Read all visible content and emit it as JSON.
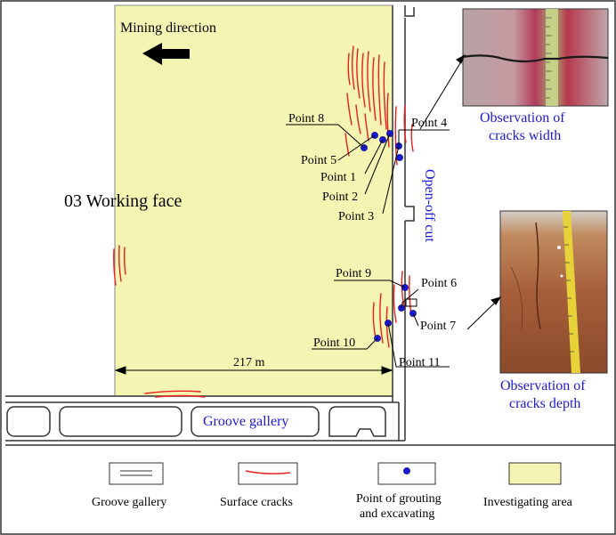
{
  "labels": {
    "mining_direction": "Mining direction",
    "working_face": "03 Working face",
    "open_off_cut": "Open-off cut",
    "distance": "217 m",
    "groove_gallery": "Groove gallery",
    "obs_width_line1": "Observation of",
    "obs_width_line2": "cracks width",
    "obs_depth_line1": "Observation of",
    "obs_depth_line2": "cracks depth"
  },
  "points": [
    {
      "id": "point-8",
      "label": "Point 8"
    },
    {
      "id": "point-5",
      "label": "Point 5"
    },
    {
      "id": "point-1",
      "label": "Point 1"
    },
    {
      "id": "point-2",
      "label": "Point 2"
    },
    {
      "id": "point-3",
      "label": "Point 3"
    },
    {
      "id": "point-4",
      "label": "Point 4"
    },
    {
      "id": "point-9",
      "label": "Point 9"
    },
    {
      "id": "point-6",
      "label": "Point 6"
    },
    {
      "id": "point-7",
      "label": "Point 7"
    },
    {
      "id": "point-10",
      "label": "Point 10"
    },
    {
      "id": "point-11",
      "label": "Point 11"
    }
  ],
  "legend": {
    "groove_gallery": "Groove gallery",
    "surface_cracks": "Surface cracks",
    "grouting_line1": "Point of grouting",
    "grouting_line2": "and excavating",
    "investigating_area": "Investigating area"
  },
  "colors": {
    "investigating_area": "#f5f5b3",
    "cracks": "#e8201e",
    "points": "#1a1ad6",
    "blue_text": "#1a1ad6"
  }
}
